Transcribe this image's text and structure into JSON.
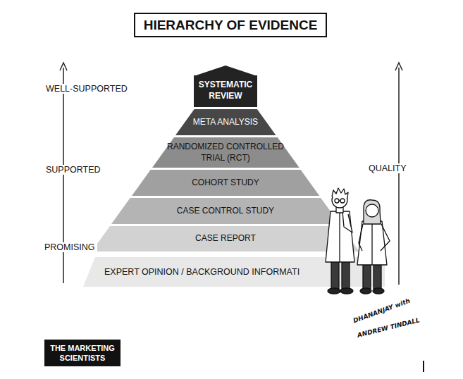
{
  "diagram": {
    "title": "HIERARCHY OF EVIDENCE",
    "nodes": [
      {
        "text": [
          "SYSTEMATIC REVIEW"
        ]
      },
      {
        "text": [
          "META ANALYSIS"
        ]
      },
      {
        "text": [
          "RANDOMIZED CONTROLLED TRIAL (RCT)"
        ]
      },
      {
        "text": [
          "COHORT STUDY"
        ]
      },
      {
        "text": [
          "CASE CONTROL STUDY"
        ]
      },
      {
        "text": [
          "CASE REPORT"
        ]
      },
      {
        "text": [
          "EXPERT OPINION / BACKGROUND INFORMATI"
        ]
      },
      {
        "text": [
          "THE MARKETING SCIENTISTS"
        ]
      }
    ],
    "labels": [
      "WELL-SUPPORTED",
      "SUPPORTED",
      "PROMISING",
      "QUALITY",
      "DHANANJAY with",
      "ANDREW TINDALL"
    ]
  }
}
